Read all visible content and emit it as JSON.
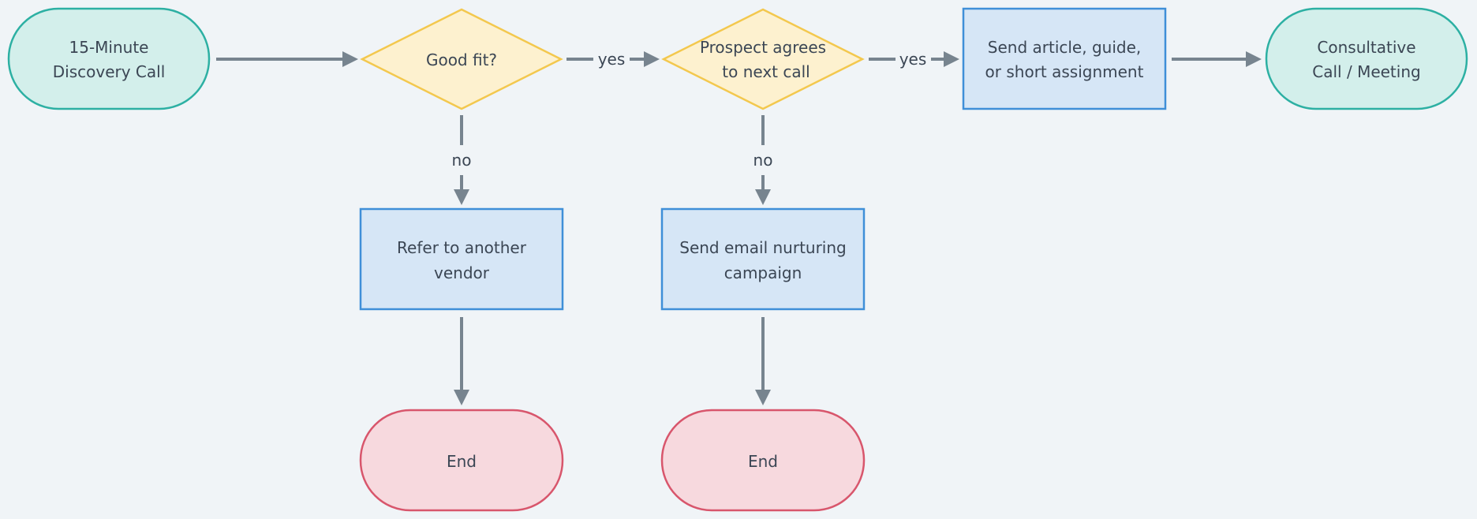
{
  "colors": {
    "background": "#f0f4f7",
    "terminal_start_fill": "#d3efeb",
    "terminal_start_stroke": "#2db0a3",
    "decision_fill": "#fdf1cf",
    "decision_stroke": "#f3c84e",
    "process_fill": "#d6e6f6",
    "process_stroke": "#3f8fd8",
    "terminal_end_fill": "#f7d9de",
    "terminal_end_stroke": "#d8566c",
    "edge": "#77848f",
    "text": "#3b4654"
  },
  "nodes": {
    "discovery": {
      "lines": [
        "15-Minute",
        "Discovery Call"
      ]
    },
    "good_fit": {
      "lines": [
        "Good fit?"
      ]
    },
    "prospect_agrees": {
      "lines": [
        "Prospect agrees",
        "to next call"
      ]
    },
    "send_article": {
      "lines": [
        "Send article, guide,",
        "or short assignment"
      ]
    },
    "consultative": {
      "lines": [
        "Consultative",
        "Call / Meeting"
      ]
    },
    "refer_vendor": {
      "lines": [
        "Refer to another",
        "vendor"
      ]
    },
    "email_nurture": {
      "lines": [
        "Send email nurturing",
        "campaign"
      ]
    },
    "end_left": {
      "lines": [
        "End"
      ]
    },
    "end_right": {
      "lines": [
        "End"
      ]
    }
  },
  "edges": {
    "good_fit_yes": "yes",
    "good_fit_no": "no",
    "prospect_yes": "yes",
    "prospect_no": "no"
  }
}
